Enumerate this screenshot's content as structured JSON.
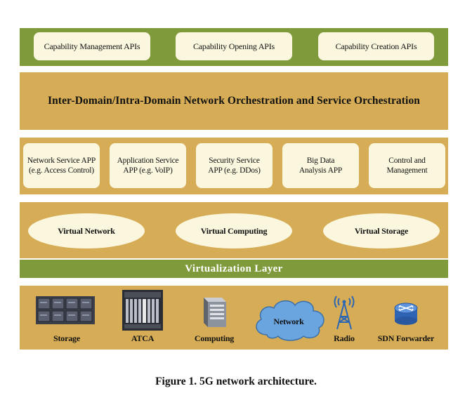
{
  "apis": [
    "Capability Management APIs",
    "Capability Opening APIs",
    "Capability Creation APIs"
  ],
  "orchestration": "Inter-Domain/Intra-Domain Network Orchestration and Service Orchestration",
  "apps": [
    [
      "Network Service APP",
      "(e.g. Access Control)"
    ],
    [
      "Application Service",
      "APP (e.g. VoIP)"
    ],
    [
      "Security Service",
      "APP (e.g. DDos)"
    ],
    [
      "Big Data",
      "Analysis APP"
    ],
    [
      "Control and",
      "Management"
    ]
  ],
  "virtual": [
    "Virtual Network",
    "Virtual Computing",
    "Virtual Storage"
  ],
  "virtualization_layer": "Virtualization Layer",
  "hardware": {
    "storage": "Storage",
    "atca": "ATCA",
    "computing": "Computing",
    "network": "Network",
    "radio": "Radio",
    "sdn": "SDN Forwarder"
  },
  "caption": "Figure 1. 5G network architecture.",
  "colors": {
    "green": "#7f9a3a",
    "tan": "#d6ad56",
    "box": "#fbf7de",
    "cloud": "#6aa5e0"
  }
}
